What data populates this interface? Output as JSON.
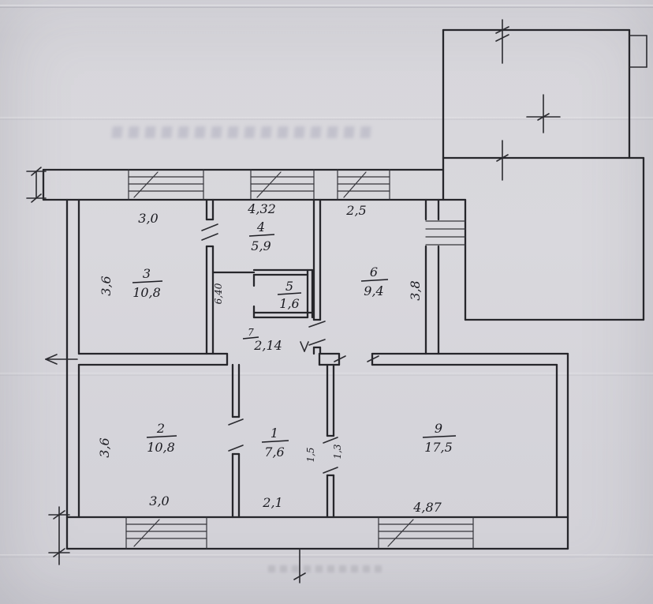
{
  "document": {
    "kind": "scanned apartment floor plan"
  },
  "rooms": {
    "r3": {
      "num": "3",
      "area": "10,8"
    },
    "r4": {
      "num": "4",
      "area": "5,9"
    },
    "r5": {
      "num": "5",
      "area": "1,6"
    },
    "r6": {
      "num": "6",
      "area": "9,4"
    },
    "r7": {
      "num": "7",
      "area": "2,14"
    },
    "r2": {
      "num": "2",
      "area": "10,8"
    },
    "r1": {
      "num": "1",
      "area": "7,6"
    },
    "r9": {
      "num": "9",
      "area": "17,5"
    }
  },
  "dimensions": {
    "top_left": "3,0",
    "top_middle": "4,32",
    "top_right": "2,5",
    "bottom_left": "3,0",
    "bottom_middle": "2,1",
    "bottom_right": "4,87",
    "left_upper": "3,6",
    "left_lower": "3,6",
    "room6_side": "3,8",
    "hall_side": "6,40",
    "closet_a": "1,5",
    "closet_b": "1,3"
  }
}
